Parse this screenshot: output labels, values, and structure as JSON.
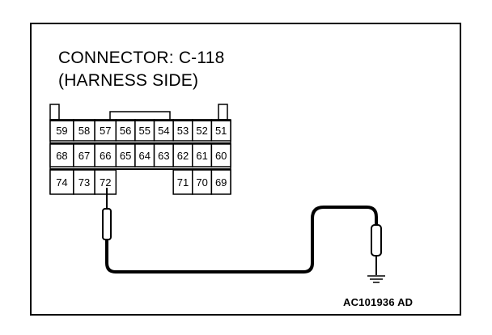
{
  "title_line1": "CONNECTOR: C-118",
  "title_line2": "(HARNESS SIDE)",
  "figure_code": "AC101936 AD",
  "connector": {
    "row1": [
      "59",
      "58",
      "57",
      "56",
      "55",
      "54",
      "53",
      "52",
      "51"
    ],
    "row2": [
      "68",
      "67",
      "66",
      "65",
      "64",
      "63",
      "62",
      "61",
      "60"
    ],
    "row3_left": [
      "74",
      "73",
      "72"
    ],
    "row3_right": [
      "71",
      "70",
      "69"
    ]
  },
  "probe_pin": "72",
  "colors": {
    "line": "#000000",
    "background": "#ffffff"
  }
}
